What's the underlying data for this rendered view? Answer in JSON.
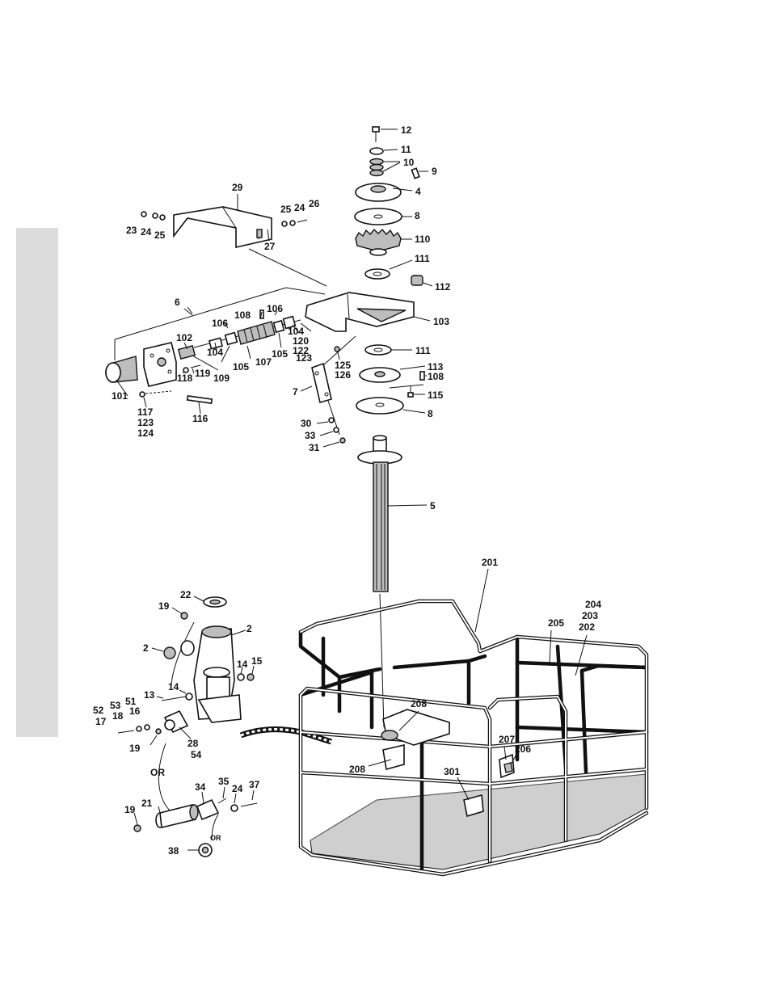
{
  "labels": {
    "l12": "12",
    "l11": "11",
    "l10": "10",
    "l9": "9",
    "l4": "4",
    "l8a": "8",
    "l110": "110",
    "l111a": "111",
    "l112": "112",
    "l103": "103",
    "l111b": "111",
    "l113": "113",
    "l108b": "108",
    "l115": "115",
    "l8b": "8",
    "l5": "5",
    "l29": "29",
    "l23": "23",
    "l24a": "24",
    "l25a": "25",
    "l25b": "25",
    "l24b": "24",
    "l26": "26",
    "l27": "27",
    "l6": "6",
    "l108a": "108",
    "l106a": "106",
    "l106b": "106",
    "l102": "102",
    "l104a": "104",
    "l104b": "104",
    "l120": "120",
    "l122": "122",
    "l123a": "123",
    "l105a": "105",
    "l107": "107",
    "l105b": "105",
    "l109": "109",
    "l119": "119",
    "l118": "118",
    "l125": "125",
    "l126": "126",
    "l7": "7",
    "l101": "101",
    "l117": "117",
    "l123b": "123",
    "l124": "124",
    "l116": "116",
    "l30": "30",
    "l33": "33",
    "l31": "31",
    "l22": "22",
    "l19a": "19",
    "l2a": "2",
    "l2b": "2",
    "l14a": "14",
    "l15": "15",
    "l14b": "14",
    "l13": "13",
    "l52": "52",
    "l53": "53",
    "l51": "51",
    "l17": "17",
    "l18": "18",
    "l16": "16",
    "l19b": "19",
    "l28": "28",
    "l54": "54",
    "l or1": "OR",
    "l35": "35",
    "l34": "34",
    "l24c": "24",
    "l37": "37",
    "l19c": "19",
    "l21": "21",
    "lor2": "OR",
    "l38": "38",
    "l201": "201",
    "l204": "204",
    "l203": "203",
    "l205": "205",
    "l202": "202",
    "l208a": "208",
    "l208b": "208",
    "l207": "207",
    "l206": "206",
    "l301": "301"
  }
}
